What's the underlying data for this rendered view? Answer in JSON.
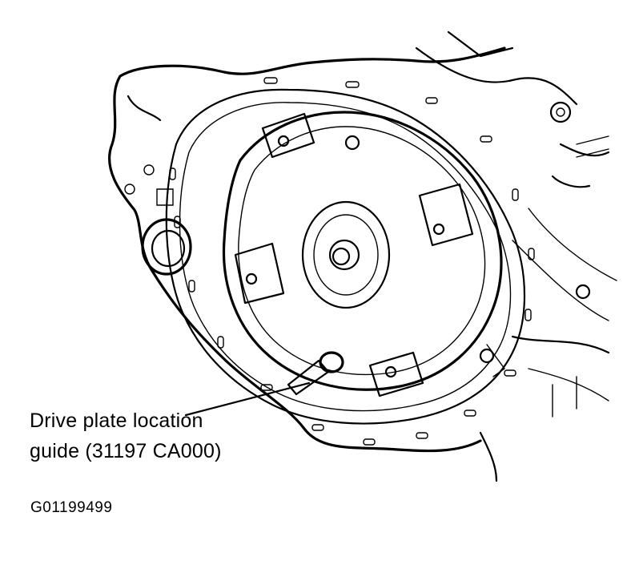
{
  "callout": {
    "line1": "Drive plate location",
    "line2": "guide (31197 CA000)"
  },
  "figure_id": "G01199499",
  "colors": {
    "ink": "#000000",
    "paper": "#ffffff"
  }
}
